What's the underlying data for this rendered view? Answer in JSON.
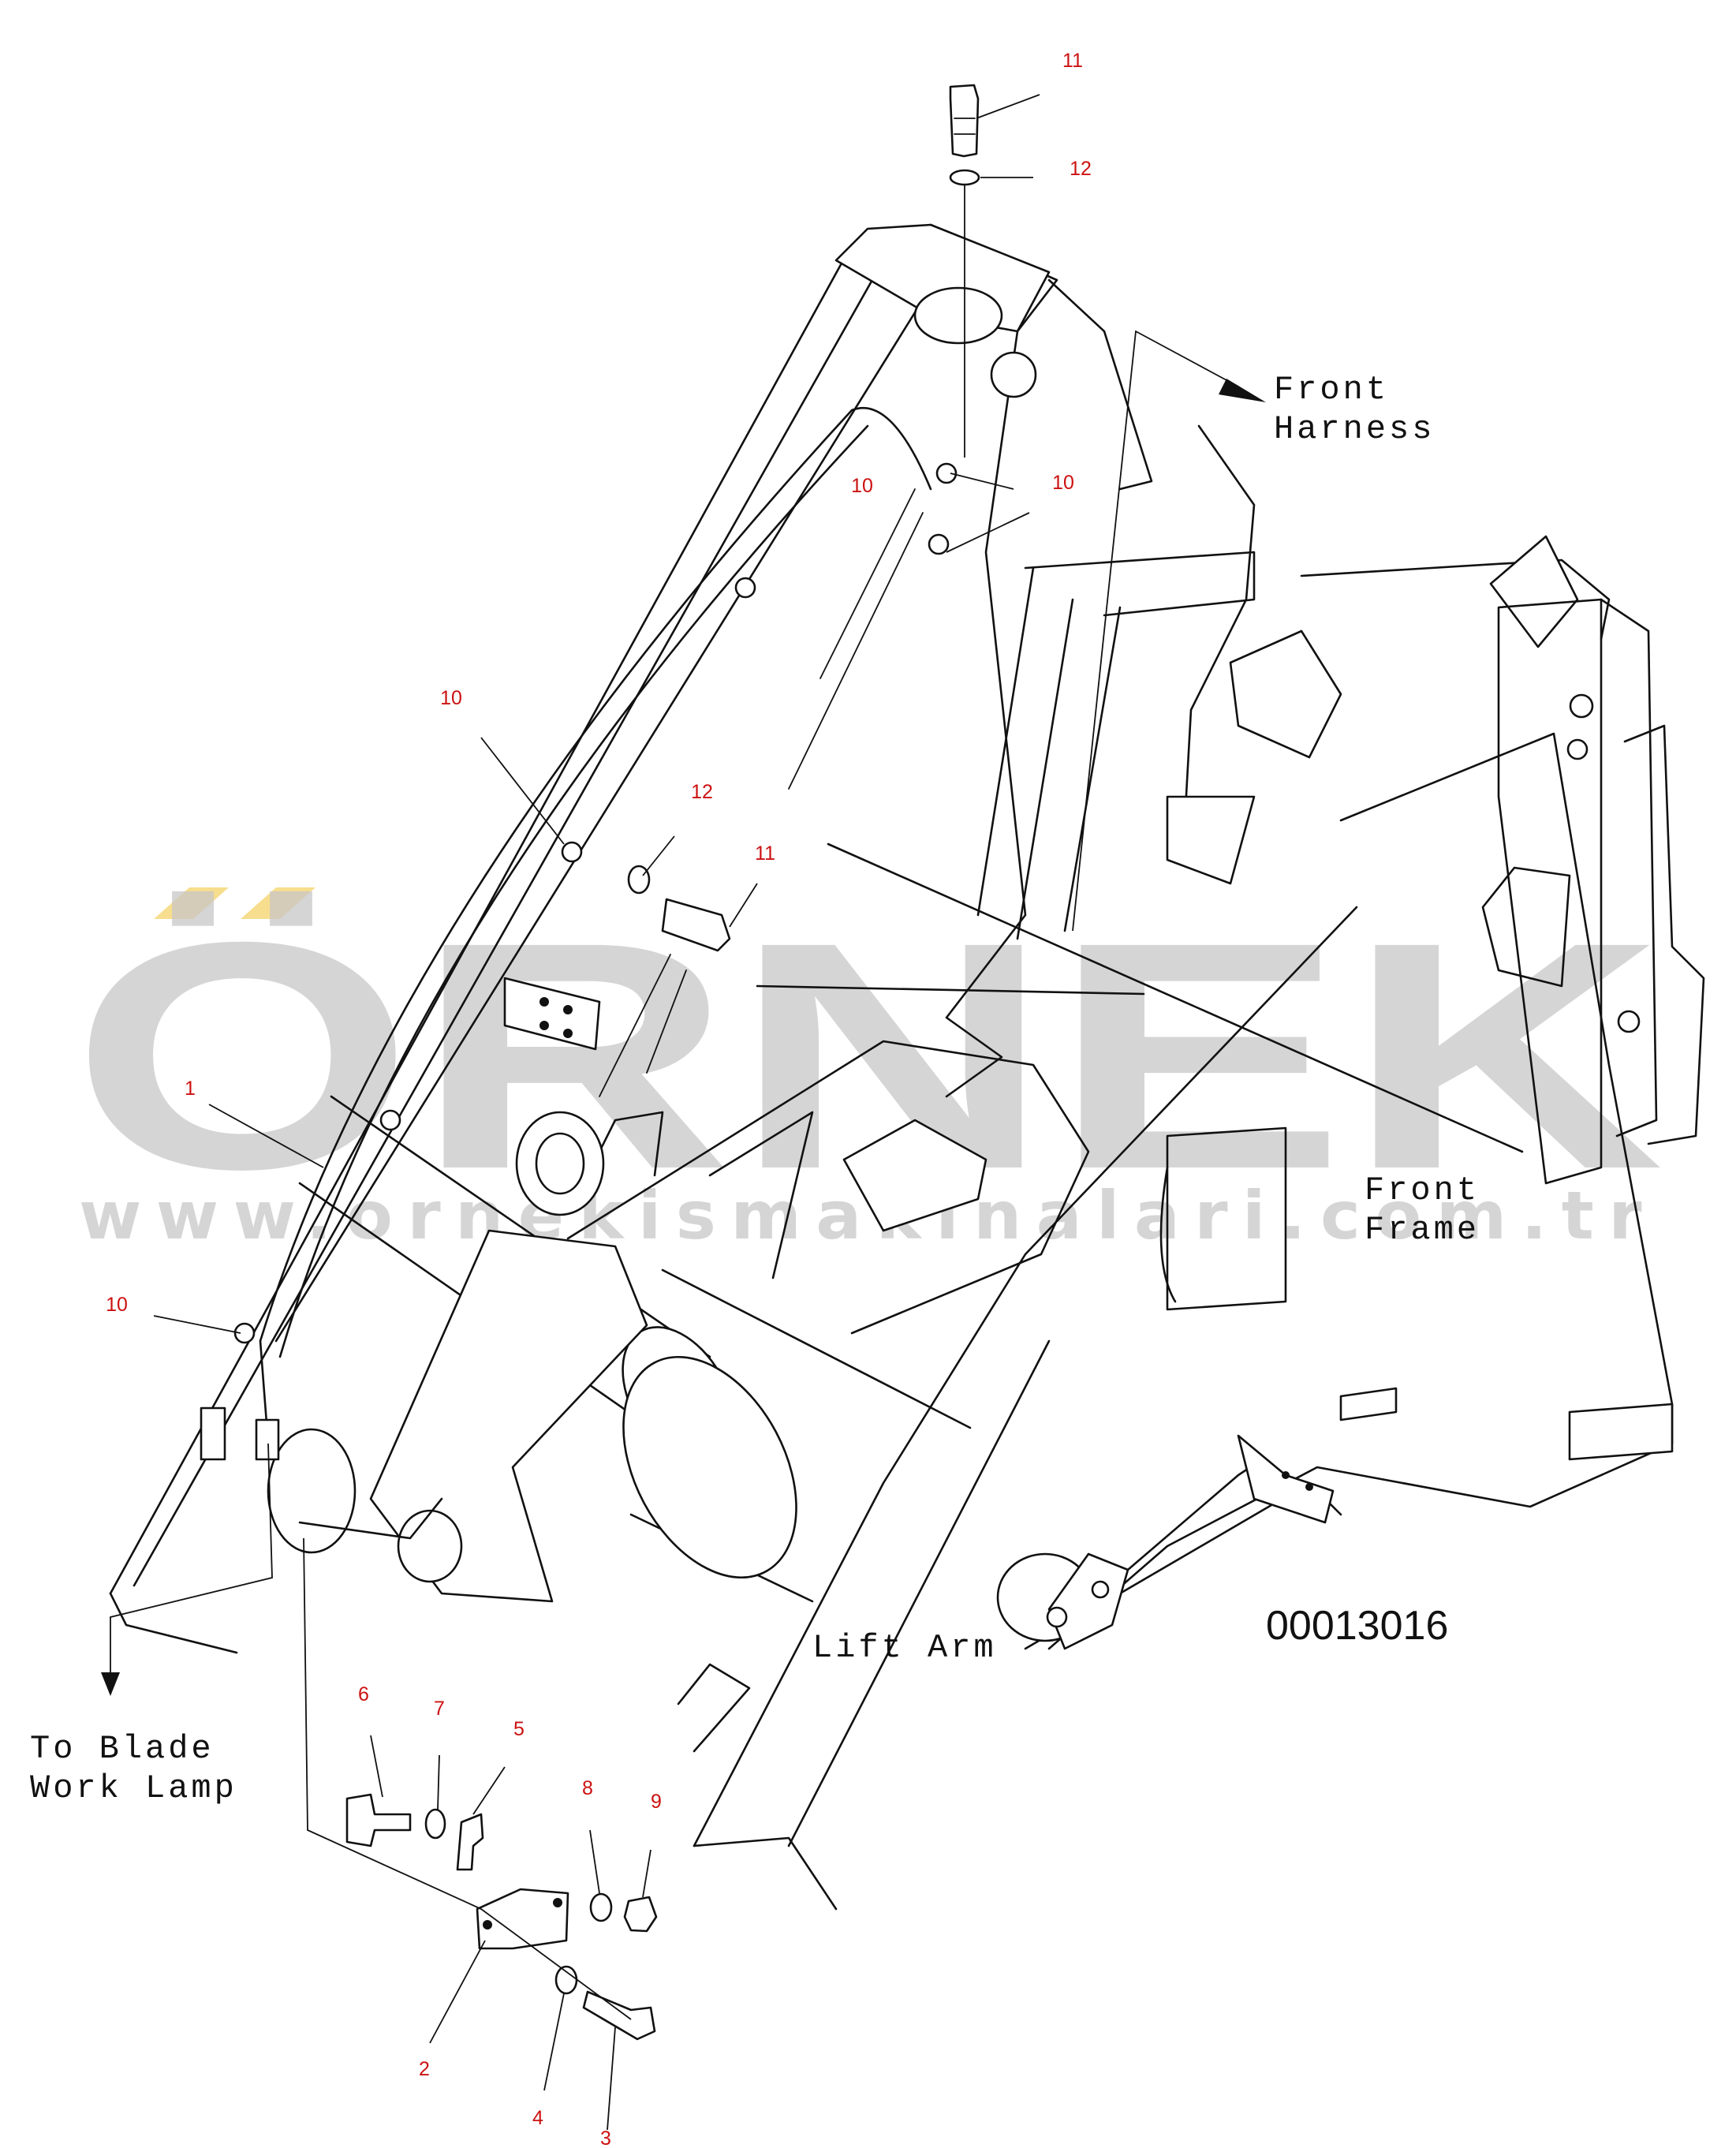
{
  "drawing_code": "00013016",
  "watermark": {
    "brand": "ÖRNEK",
    "url": "www.ornekismakinalari.com.tr",
    "accent_color": "#f1c232"
  },
  "labels": {
    "front_harness": [
      "Front",
      "Harness"
    ],
    "front_frame": [
      "Front",
      "Frame"
    ],
    "lift_arm": "Lift Arm",
    "to_blade_work_lamp": [
      "To Blade",
      "Work Lamp"
    ]
  },
  "callouts": [
    {
      "id": "c11-top",
      "number": "11"
    },
    {
      "id": "c12-top",
      "number": "12"
    },
    {
      "id": "c10-a",
      "number": "10"
    },
    {
      "id": "c10-b",
      "number": "10"
    },
    {
      "id": "c10-c",
      "number": "10"
    },
    {
      "id": "c12-mid",
      "number": "12"
    },
    {
      "id": "c11-mid",
      "number": "11"
    },
    {
      "id": "c1",
      "number": "1"
    },
    {
      "id": "c10-d",
      "number": "10"
    },
    {
      "id": "c6",
      "number": "6"
    },
    {
      "id": "c7",
      "number": "7"
    },
    {
      "id": "c5",
      "number": "5"
    },
    {
      "id": "c8",
      "number": "8"
    },
    {
      "id": "c9",
      "number": "9"
    },
    {
      "id": "c2",
      "number": "2"
    },
    {
      "id": "c4",
      "number": "4"
    },
    {
      "id": "c3",
      "number": "3"
    }
  ],
  "colors": {
    "line": "#111111",
    "callout": "#cc1111",
    "watermark": "#c9c7c7"
  }
}
